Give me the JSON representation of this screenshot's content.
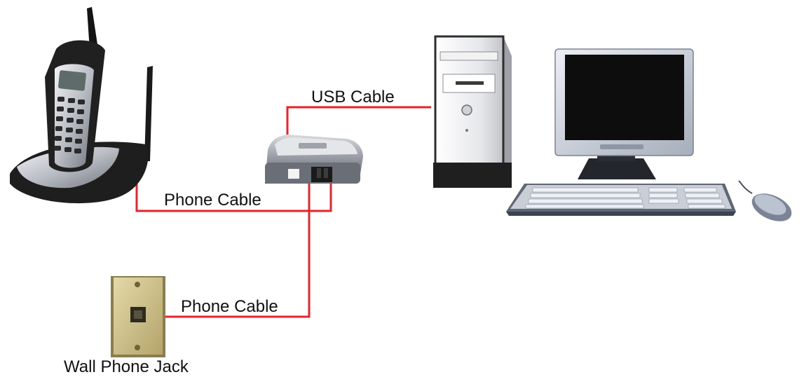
{
  "labels": {
    "usb_cable": "USB Cable",
    "phone_cable_top": "Phone Cable",
    "phone_cable_bottom": "Phone Cable",
    "wall_phone_jack": "Wall Phone Jack"
  },
  "colors": {
    "cable": "#e8232a",
    "background": "#ffffff",
    "device_dark": "#1e1e1e",
    "device_silver": "#c7cacf",
    "jack_beige": "#cdbf8a"
  },
  "icons": [
    "cordless-phone-icon",
    "modem-icon",
    "computer-tower-icon",
    "monitor-icon",
    "keyboard-icon",
    "mouse-icon",
    "wall-jack-icon"
  ]
}
